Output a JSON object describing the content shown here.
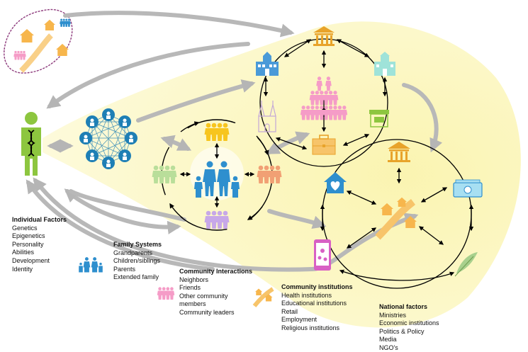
{
  "individual_factors": {
    "title": "Individual Factors",
    "items": [
      "Genetics",
      "Epigenetics",
      "Personality",
      "Abilities",
      "Development",
      "Identity"
    ]
  },
  "family_systems": {
    "title": "Family Systems",
    "items": [
      "Grandparents",
      "Children/siblings",
      "Parents",
      "Extended family"
    ]
  },
  "community_interactions": {
    "title": "Community Interactions",
    "items": [
      "Neighbors",
      "Friends",
      "Other community",
      "members",
      "Community leaders"
    ]
  },
  "community_institutions": {
    "title": "Community institutions",
    "items": [
      "Health institutions",
      "Educational institutions",
      "Retail",
      "Employment",
      "Religious institutions"
    ]
  },
  "national_factors": {
    "title": "National factors",
    "items": [
      "Ministries",
      "Economic institutions",
      "Politics & Policy",
      "Media",
      "NGO's"
    ]
  },
  "colors": {
    "cone": "#fbf6b8",
    "person_green": "#8dc63f",
    "family_blue": "#2e8fce",
    "network_teal": "#1e7fb5",
    "group_yellow": "#f7c51e",
    "group_green": "#b9de9a",
    "group_orange": "#f1a074",
    "group_purple": "#c7a8e8",
    "group_pink": "#f59cc7",
    "bank_gold": "#e8a32a",
    "map_purple": "#8e3c7d",
    "arrow_grey": "#b8b8b8"
  }
}
